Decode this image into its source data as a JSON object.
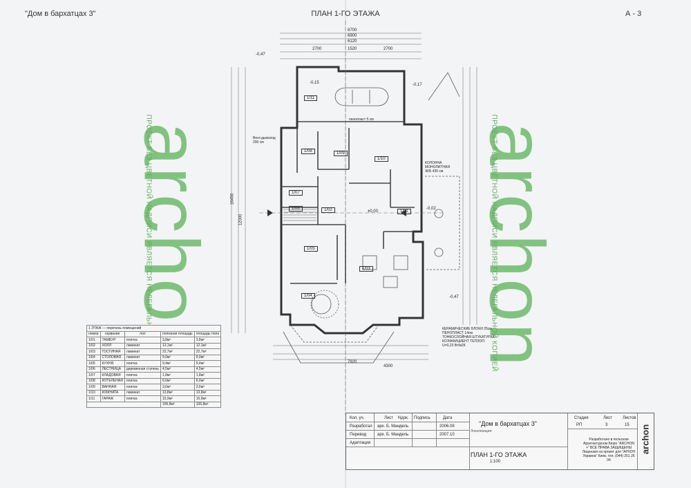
{
  "header": {
    "left_title": "\"Дом в бархатцах 3\"",
    "center_title": "ПЛАН 1-ГО ЭТАЖА",
    "sheet_code": "А - 3"
  },
  "watermark": {
    "brand": "archon",
    "note": "ПРОЕКТ БЕЗ ЦВЕТНОЙ НАДПИСИ ЯВЛЯЕТСЯ НЕЛЕГАЛЬНОЙ КОПИЕЙ"
  },
  "plan": {
    "rooms": [
      "1/11",
      "1/08",
      "1/09",
      "1/10",
      "1/07",
      "1/06",
      "1/02",
      "1/01",
      "1/05",
      "1/03",
      "1/04"
    ],
    "dims_top": [
      "8700",
      "6900",
      "6120",
      "1520",
      "2700",
      "2700"
    ],
    "dims_bottom": [
      "7920",
      "4300"
    ],
    "dims_left": [
      "16450",
      "12000"
    ],
    "levels": [
      "-0,47",
      "-0,15",
      "-0,17",
      "±0,00",
      "-0,02",
      "-0,47"
    ],
    "notes": {
      "chimney": "Вент.дымоход 200 см",
      "column": "КОЛОННА МОНОЛИТНАЯ Ж/Б 435 см",
      "wall_spec": [
        "КЕРАМИЧЕСКИЕ БЛОКИ 25см",
        "ПЕНОПЛАСТ 14см",
        "ТОНКОСЛОЙНАЯ ШТУКАТУРКА",
        "КОЭФФИЦИЕНТ ТЕПЛОП.",
        "U=0,23 Вт/м2К"
      ],
      "foam": "пенопласт 5 см"
    }
  },
  "room_table": {
    "title": "1 ЭТАЖ — перечень помещений",
    "headers": [
      "номер",
      "название",
      "пол",
      "полезная площадь",
      "площадь пола"
    ],
    "rows": [
      [
        "1/01",
        "ТАМБУР",
        "плитка",
        "3,8м²",
        "3,8м²"
      ],
      [
        "1/02",
        "ХОЛЛ",
        "ламинат",
        "12,1м²",
        "12,1м²"
      ],
      [
        "1/03",
        "ГОСТИНАЯ",
        "ламинат",
        "22,7м²",
        "22,7м²"
      ],
      [
        "1/04",
        "СТОЛОВАЯ",
        "ламинат",
        "9,0м²",
        "9,0м²"
      ],
      [
        "1/05",
        "КУХНЯ",
        "плитка",
        "9,4м²",
        "9,4м²"
      ],
      [
        "1/06",
        "ЛЕСТНИЦА",
        "деревянная ступень",
        "4,5м²",
        "4,5м²"
      ],
      [
        "1/07",
        "КЛАДОВАЯ",
        "плитка",
        "1,8м²",
        "1,8м²"
      ],
      [
        "1/08",
        "КОТЕЛЬНАЯ",
        "плитка",
        "6,0м²",
        "6,0м²"
      ],
      [
        "1/09",
        "ВАННАЯ",
        "плитка",
        "3,6м²",
        "3,6м²"
      ],
      [
        "1/10",
        "КОМНАТА",
        "ламинат",
        "13,8м²",
        "13,8м²"
      ],
      [
        "1/11",
        "ГАРАЖ",
        "плитка",
        "15,9м²",
        "15,9м²"
      ]
    ],
    "totals": [
      "105,8м²",
      "105,8м²"
    ]
  },
  "stamp": {
    "project_name": "\"Дом в бархатцах 3\"",
    "location_label": "Локализация:",
    "sheet_title": "ПЛАН 1-ГО ЭТАЖА",
    "scale": "1:100",
    "cols": [
      "Кол. уч.",
      "Лист",
      "Nдок.",
      "Подпись",
      "Дата"
    ],
    "rows": [
      [
        "Разработал",
        "арх. Б. Мандель",
        "2006.08"
      ],
      [
        "Перевод",
        "арх. Б. Мандель",
        "2007.10"
      ],
      [
        "Адаптация",
        "",
        ""
      ]
    ],
    "stage_headers": [
      "Стадия",
      "Лист",
      "Листов"
    ],
    "stage_values": [
      "РП",
      "3",
      "15"
    ],
    "developer": "Разработано в польском Архитектурном Бюро \"ARCHON +\" ВСЕ ПРАВА ЗАЩИЩЕНЫ Лицензия на проект для \"АРХОН Украина\" Киев, тел. (044) 251 26 04",
    "brand": "archon"
  },
  "colors": {
    "watermark": "#7cc07a",
    "paper": "#f3f4f6",
    "ink": "#222222"
  }
}
